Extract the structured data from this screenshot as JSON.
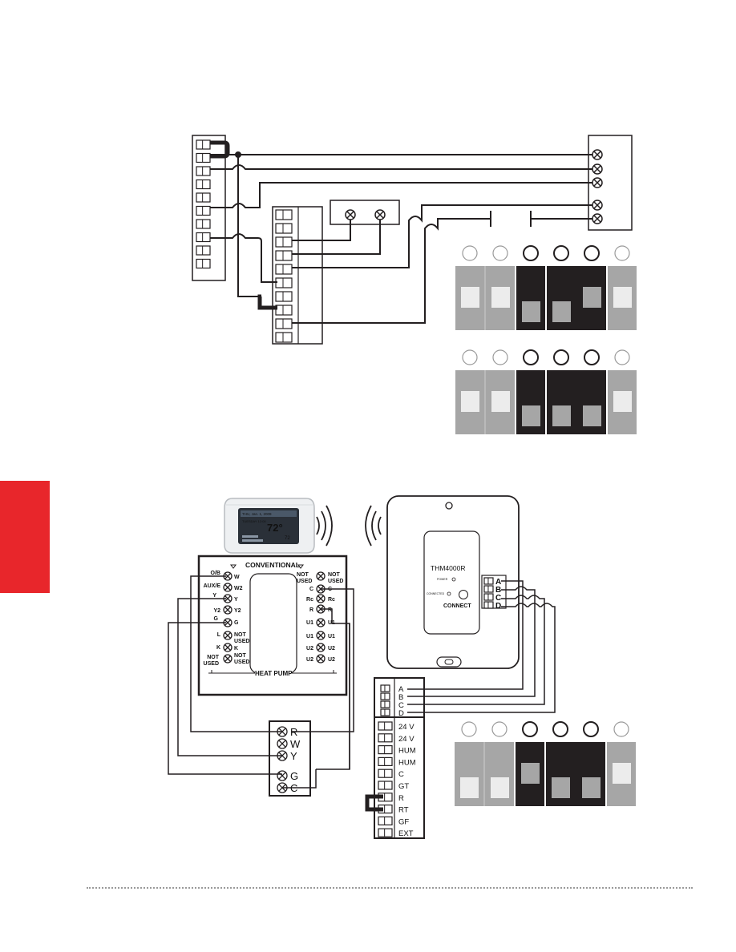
{
  "colors": {
    "red_tab": "#e8262b",
    "dip_light": "#a6a6a6",
    "dip_dark": "#231f20",
    "wire": "#231f20"
  },
  "bottom_diagram": {
    "wireless_thermostat": {
      "screen_big_temp": "72°",
      "screen_small_temp": "72",
      "screen_header": "TUESDAY 12:00",
      "screen_date": "THU, Jan. 1, 2009"
    },
    "subbase": {
      "title": "CONVENTIONAL",
      "footer": "HEAT PUMP",
      "left_outer_labels": [
        "O/B",
        "AUX/E",
        "Y",
        "Y2",
        "G",
        "L",
        "K",
        "NOT",
        "USED"
      ],
      "left_inner_labels": [
        "W",
        "W2",
        "Y",
        "Y2",
        "G",
        "NOT",
        "USED",
        "K",
        "NOT",
        "USED"
      ],
      "right_inner_labels": [
        "C",
        "Rc",
        "R",
        "U1",
        "U1",
        "U2",
        "U2"
      ],
      "right_outer_labels": [
        "NOT",
        "USED",
        "C",
        "Rc",
        "R",
        "U1",
        "U1",
        "U2",
        "U2"
      ],
      "top_left_not_used": [
        "NOT",
        "USED"
      ],
      "top_right_not_used": [
        "NOT",
        "USED"
      ]
    },
    "receiver": {
      "model": "THM4000R",
      "power_label": "POWER",
      "connected_label": "CONNECTED",
      "connect_label": "CONNECT",
      "bus_terminals": [
        "A",
        "B",
        "C",
        "D"
      ]
    },
    "equipment": {
      "terminals": [
        "R",
        "W",
        "Y",
        "G",
        "C"
      ]
    },
    "eim": {
      "bus_terminals": [
        "A",
        "B",
        "C",
        "D"
      ],
      "terminals": [
        "24 V",
        "24 V",
        "HUM",
        "HUM",
        "C",
        "GT",
        "R",
        "RT",
        "GF",
        "EXT"
      ]
    }
  }
}
